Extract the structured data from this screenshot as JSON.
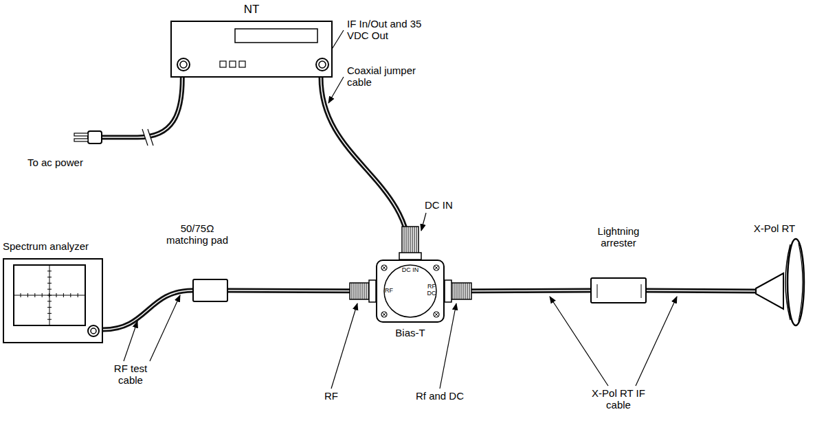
{
  "diagram": {
    "nodes": [
      {
        "text": [
          "NT"
        ]
      },
      {
        "text": [
          "Spectrum analyzer"
        ]
      },
      {
        "text": [
          "50/75Ω matching pad"
        ]
      },
      {
        "text": [
          "Bias-T",
          "DC IN",
          "RF",
          "RF DC"
        ]
      },
      {
        "text": [
          "Lightning arrester"
        ]
      },
      {
        "text": [
          "X-Pol RT"
        ]
      }
    ],
    "edges": [
      {
        "from": 0,
        "to": 3,
        "arrow": "none"
      },
      {
        "from": 1,
        "to": 2,
        "arrow": "none"
      },
      {
        "from": 2,
        "to": 3,
        "arrow": "none"
      },
      {
        "from": 3,
        "to": 4,
        "arrow": "none"
      },
      {
        "from": 4,
        "to": 5,
        "arrow": "none"
      }
    ],
    "labels": [
      "IF In/Out and 35 VDC Out",
      "Coaxial jumper cable",
      "To ac power",
      "DC IN",
      "RF test cable",
      "RF",
      "Rf and DC",
      "X-Pol RT IF cable"
    ]
  }
}
